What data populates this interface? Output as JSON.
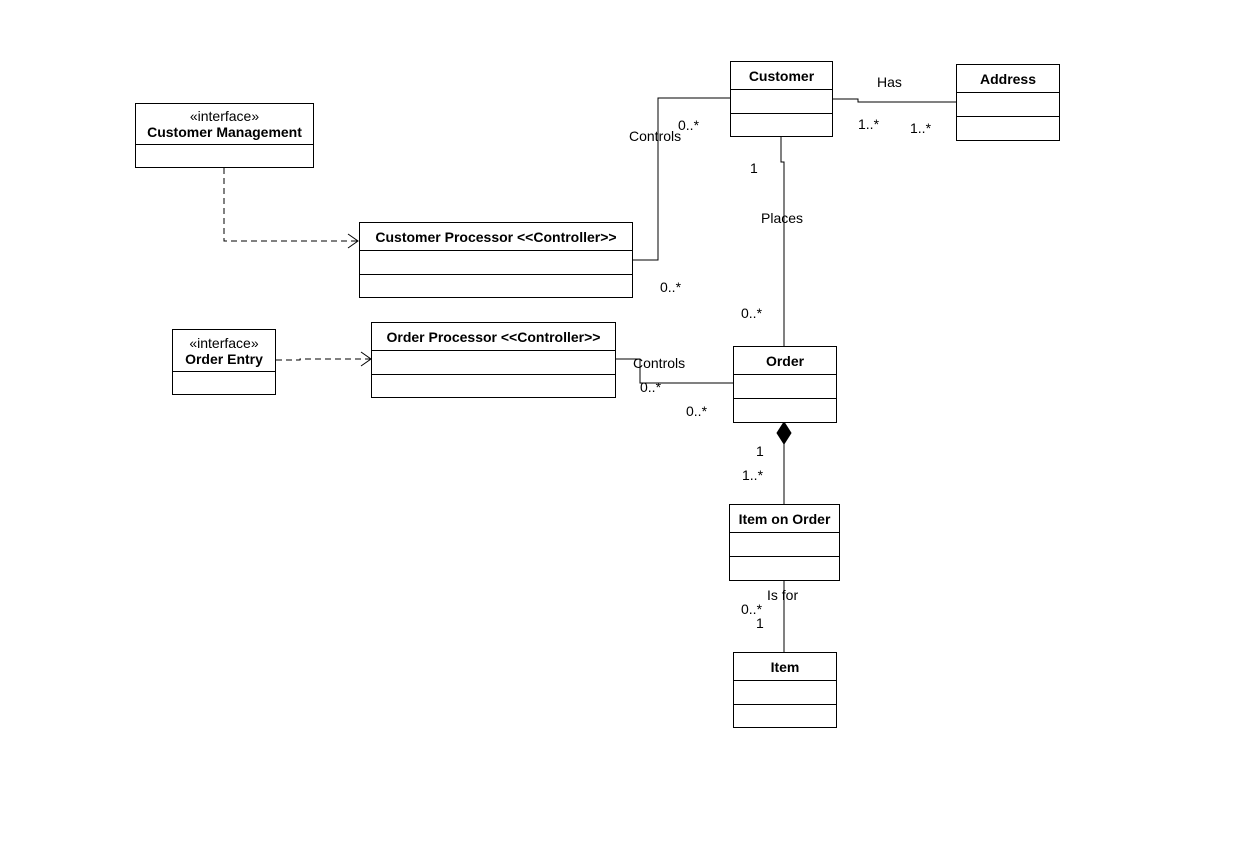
{
  "classes": {
    "customer_management": {
      "stereotype": "«interface»",
      "name": "Customer Management"
    },
    "customer_processor": {
      "name": "Customer Processor <<Controller>>"
    },
    "order_entry": {
      "stereotype": "«interface»",
      "name": "Order Entry"
    },
    "order_processor": {
      "name": "Order Processor <<Controller>>"
    },
    "customer": {
      "name": "Customer"
    },
    "address": {
      "name": "Address"
    },
    "order": {
      "name": "Order"
    },
    "item_on_order": {
      "name": "Item on Order"
    },
    "item": {
      "name": "Item"
    }
  },
  "associations": {
    "customer_address": {
      "label": "Has",
      "mult_customer": "1..*",
      "mult_address": "1..*"
    },
    "processor_customer": {
      "label": "Controls",
      "mult_customer": "0..*",
      "mult_processor": "0..*"
    },
    "customer_order": {
      "label": "Places",
      "mult_customer": "1",
      "mult_order": "0..*"
    },
    "processor_order": {
      "label": "Controls",
      "mult_processor": "0..*",
      "mult_order": "0..*"
    },
    "order_item_on_order": {
      "mult_order": "1",
      "mult_item_on_order": "1..*"
    },
    "item_on_order_item": {
      "label": "Is for",
      "mult_item_on_order": "0..*",
      "mult_item": "1"
    }
  }
}
